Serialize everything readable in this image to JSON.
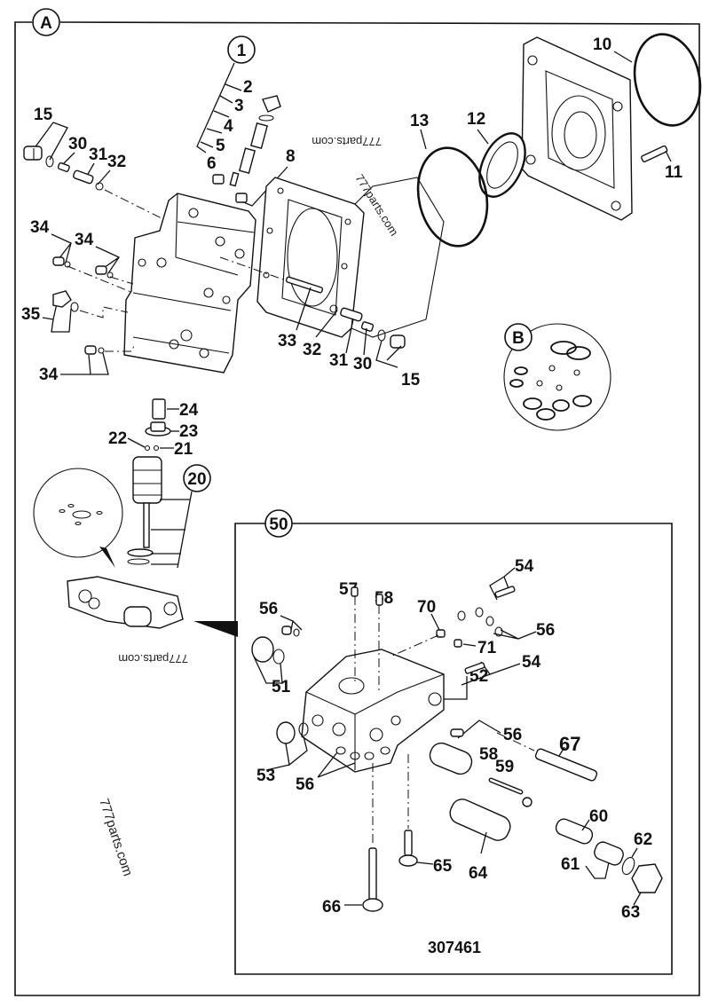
{
  "diagram": {
    "title_callout": "A",
    "kit_callout": "B",
    "drawing_number": "307461",
    "watermarks": [
      "777parts.com",
      "777parts.com",
      "777parts.com",
      "777parts.com"
    ],
    "assemblies": [
      {
        "id": "1",
        "label": "1",
        "children": [
          "2",
          "3",
          "4",
          "5",
          "6"
        ]
      },
      {
        "id": "20",
        "label": "20"
      },
      {
        "id": "50",
        "label": "50"
      }
    ],
    "labels": {
      "p2": "2",
      "p3": "3",
      "p4": "4",
      "p5": "5",
      "p6": "6",
      "p8": "8",
      "p10": "10",
      "p11": "11",
      "p12": "12",
      "p13": "13",
      "p15a": "15",
      "p15b": "15",
      "p30a": "30",
      "p31a": "31",
      "p32a": "32",
      "p30b": "30",
      "p31b": "31",
      "p32b": "32",
      "p33": "33",
      "p34a": "34",
      "p34b": "34",
      "p34c": "34",
      "p35": "35",
      "p21": "21",
      "p22": "22",
      "p23": "23",
      "p24": "24",
      "p51": "51",
      "p52": "52",
      "p53": "53",
      "p54a": "54",
      "p54b": "54",
      "p56a": "56",
      "p56b": "56",
      "p56c": "56",
      "p56d": "56",
      "p57": "57",
      "p58a": "58",
      "p58b": "58",
      "p59": "59",
      "p60": "60",
      "p61": "61",
      "p62": "62",
      "p63": "63",
      "p64": "64",
      "p65": "65",
      "p66": "66",
      "p67": "67",
      "p70": "70",
      "p71": "71"
    }
  }
}
